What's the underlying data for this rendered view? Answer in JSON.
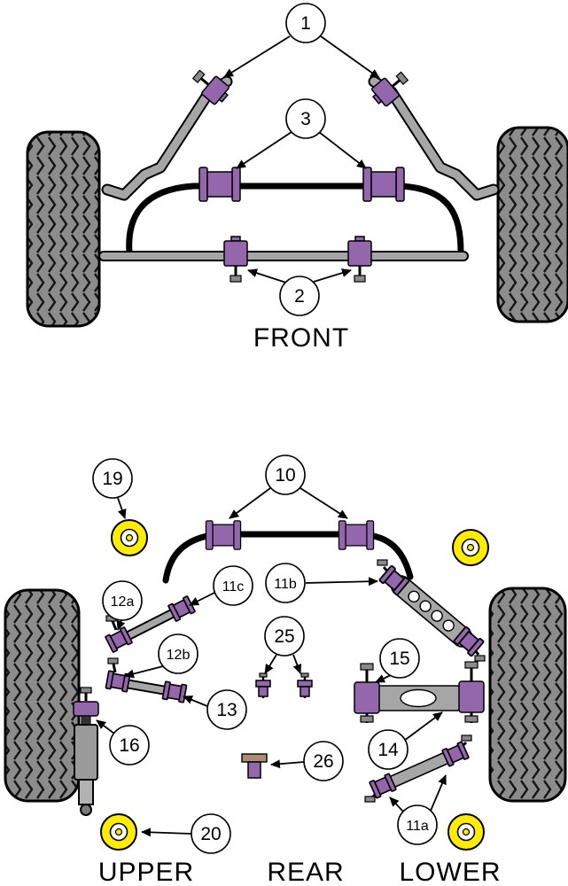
{
  "diagram": {
    "front_label": "FRONT",
    "upper_label": "UPPER",
    "rear_label": "REAR",
    "lower_label": "LOWER"
  },
  "callouts": {
    "c1": "1",
    "c2": "2",
    "c3": "3",
    "c10": "10",
    "c11a": "11a",
    "c11b": "11b",
    "c11c": "11c",
    "c12a": "12a",
    "c12b": "12b",
    "c13": "13",
    "c14": "14",
    "c15": "15",
    "c16": "16",
    "c19": "19",
    "c20": "20",
    "c25": "25",
    "c26": "26"
  },
  "colors": {
    "bushing_purple": "#9467ad",
    "bushing_yellow": "#ffec00",
    "bar_gray": "#a6a6a6",
    "tire_gray": "#8c8c8c"
  }
}
